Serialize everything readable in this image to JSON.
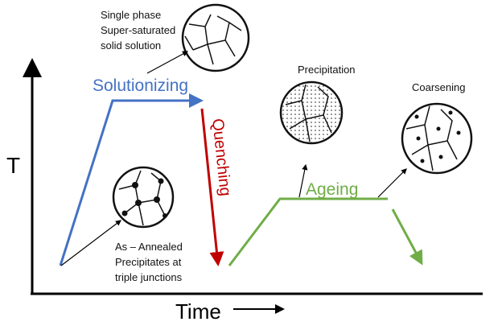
{
  "axes": {
    "y_label": "T",
    "x_label": "Time"
  },
  "stages": {
    "solutionizing": "Solutionizing",
    "quenching": "Quenching",
    "ageing": "Ageing"
  },
  "annotations": {
    "ssss": [
      "Single phase",
      "Super-saturated",
      "solid solution"
    ],
    "precipitation": "Precipitation",
    "coarsening": "Coarsening",
    "annealed": [
      "As – Annealed",
      "Precipitates at",
      "triple junctions"
    ]
  },
  "colors": {
    "solutionizing": "#4472c4",
    "quenching": "#c00000",
    "ageing": "#70ad47",
    "axis": "#000000"
  }
}
